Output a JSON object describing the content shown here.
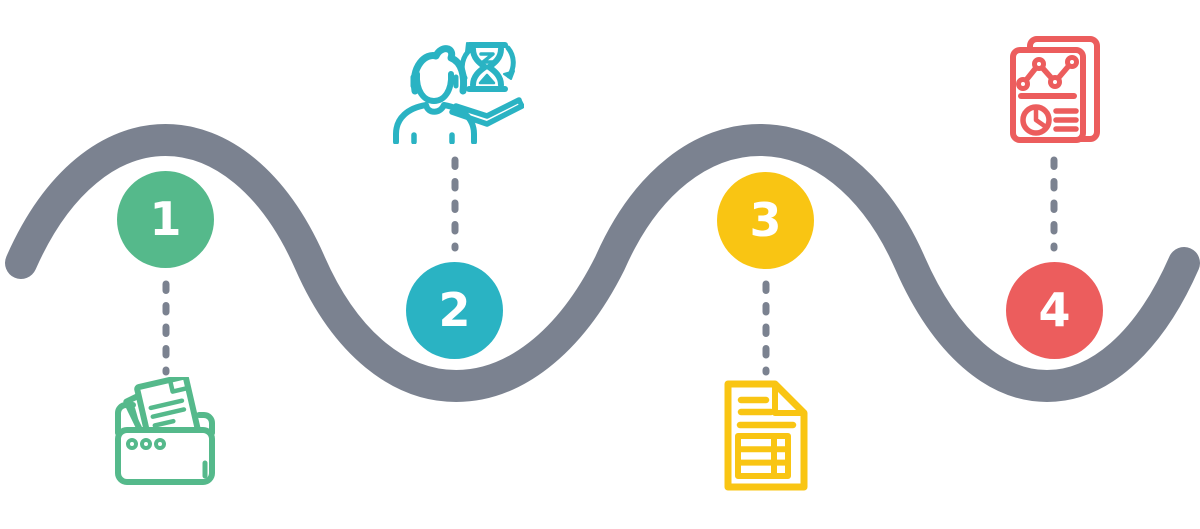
{
  "diagram": {
    "type": "process-timeline-wave",
    "wave_color": "#7B8290",
    "connector_style": "dashed",
    "background_color": "#FFFFFF",
    "number_text_color": "#FFFFFF",
    "steps": [
      {
        "number": "1",
        "color": "#55B98B",
        "icon": "folder-documents-icon",
        "icon_position": "below"
      },
      {
        "number": "2",
        "color": "#2AB3C3",
        "icon": "person-hourglass-icon",
        "icon_position": "above"
      },
      {
        "number": "3",
        "color": "#F9C513",
        "icon": "document-table-icon",
        "icon_position": "below"
      },
      {
        "number": "4",
        "color": "#EC5D5D",
        "icon": "report-charts-icon",
        "icon_position": "above"
      }
    ]
  }
}
